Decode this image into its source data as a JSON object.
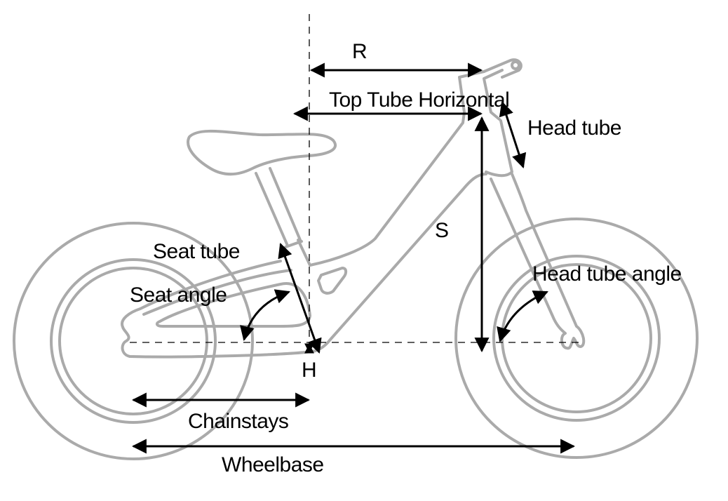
{
  "diagram": {
    "title": "Balance bike geometry",
    "labels": {
      "reach": "R",
      "top_tube_horizontal": "Top Tube Horizontal",
      "head_tube": "Head tube",
      "stack": "S",
      "seat_tube": "Seat tube",
      "seat_angle": "Seat angle",
      "head_tube_angle": "Head tube angle",
      "bb_drop": "H",
      "chainstays": "Chainstays",
      "wheelbase": "Wheelbase"
    },
    "colors": {
      "bike_outline": "#aaaaaa",
      "dimension_lines": "#000000",
      "background": "#ffffff"
    }
  }
}
